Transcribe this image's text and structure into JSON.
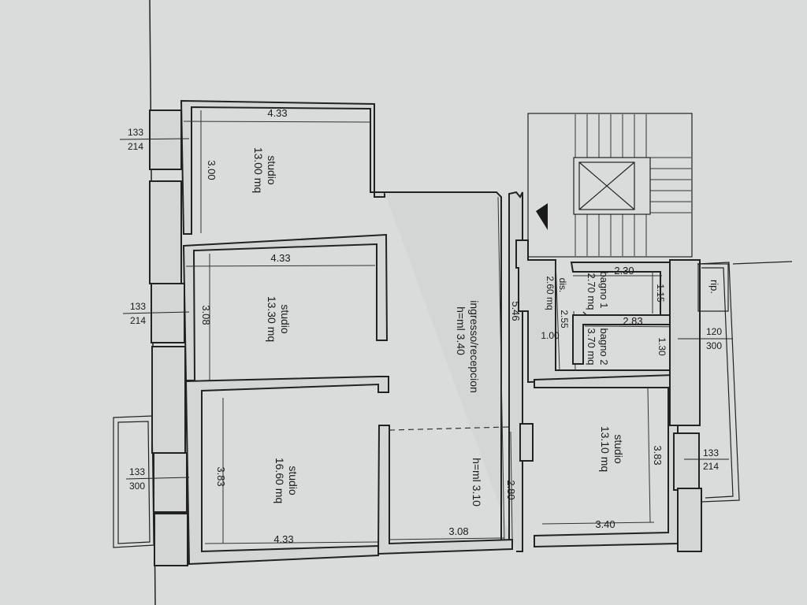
{
  "rooms": {
    "studio_a": {
      "name": "studio",
      "area": "13.00 mq",
      "width": "4.33",
      "depth": "3.00"
    },
    "studio_b": {
      "name": "studio",
      "area": "13.30 mq",
      "width": "4.33",
      "depth": "3.08"
    },
    "studio_c": {
      "name": "studio",
      "area": "16.60 mq",
      "width": "4.33",
      "depth": "3.83"
    },
    "ingresso": {
      "name": "ingresso/recepcion",
      "height": "h=ml 3.40",
      "length": "5.46"
    },
    "room_h310": {
      "height": "h=ml 3.10",
      "width": "3.08",
      "depth": "2.80"
    },
    "studio_d": {
      "name": "studio",
      "area": "13.10 mq",
      "width": "3.40",
      "depth": "3.83"
    },
    "bagno1": {
      "name": "bagno 1",
      "area": "2.70 mq",
      "width": "2.30",
      "depth": "1.15"
    },
    "bagno2": {
      "name": "bagno 2",
      "area": "3.70 mq",
      "width": "2.83",
      "depth": "1.30"
    },
    "dis": {
      "name": "dis.",
      "area": "2.60 mq",
      "length": "2.55",
      "width": "1.00"
    },
    "rip": {
      "name": "rip."
    }
  },
  "windows": {
    "w1": {
      "top": "133",
      "bottom": "214"
    },
    "w2": {
      "top": "133",
      "bottom": "214"
    },
    "w3": {
      "top": "133",
      "bottom": "300"
    },
    "w4": {
      "top": "133",
      "bottom": "214"
    },
    "w5": {
      "top": "120",
      "bottom": "300"
    }
  }
}
